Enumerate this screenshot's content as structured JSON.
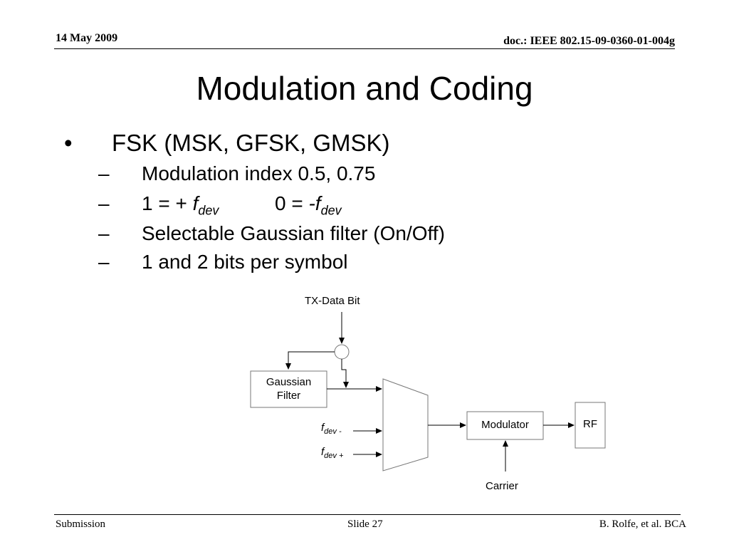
{
  "header": {
    "date": "14 May 2009",
    "doc": "doc.: IEEE 802.15-09-0360-01-004g"
  },
  "slide": {
    "title": "Modulation and Coding",
    "bullet": {
      "symbol": "•",
      "text": "FSK (MSK, GFSK, GMSK)"
    },
    "sub_bullets": {
      "dash": "–",
      "item1": "Modulation index 0.5, 0.75",
      "item2": {
        "one_eq": "1 = +",
        "f": "f",
        "dev": "dev",
        "zero_eq": "0 =",
        "minus_f": "-f",
        "dev2": "dev"
      },
      "item3": "Selectable Gaussian filter (On/Off)",
      "item4": "1 and 2 bits per symbol"
    }
  },
  "diagram": {
    "input_label": "TX-Data Bit",
    "gaussian_filter_line1": "Gaussian",
    "gaussian_filter_line2": "Filter",
    "fdev_minus_f": "f",
    "fdev_minus_sub": "dev -",
    "fdev_plus_f": "f",
    "fdev_plus_sub": "dev +",
    "modulator": "Modulator",
    "rf": "RF",
    "carrier": "Carrier"
  },
  "footer": {
    "left": "Submission",
    "center": "Slide 27",
    "right": "B. Rolfe, et al. BCA"
  }
}
